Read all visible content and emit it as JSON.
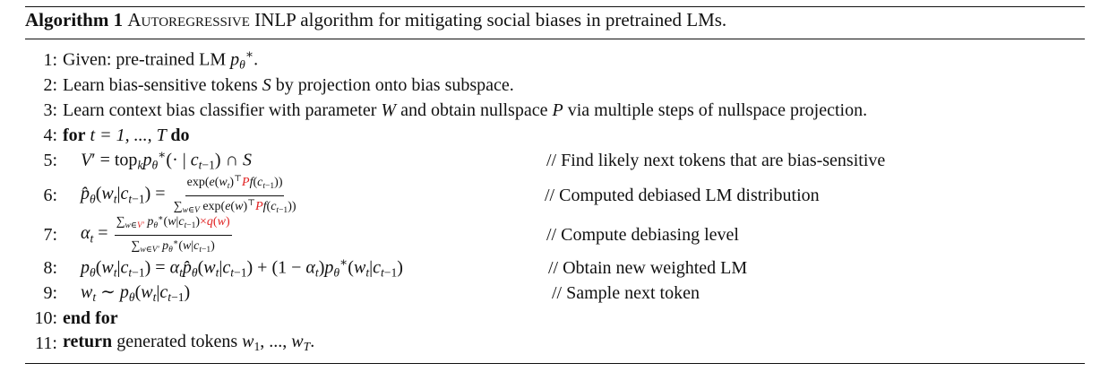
{
  "caption": {
    "label": "Algorithm 1",
    "name": "Autoregressive",
    "rest": " INLP algorithm for mitigating social biases in pretrained LMs."
  },
  "lines": [
    {
      "num": "1:",
      "text": "Given: pre-trained LM "
    },
    {
      "num": "2:",
      "text_a": "Learn bias-sensitive tokens ",
      "var": "S",
      "text_b": " by projection onto bias subspace."
    },
    {
      "num": "3:",
      "text_a": "Learn context bias classifier with parameter ",
      "var_w": "W",
      "text_b": " and obtain nullspace ",
      "var_p": "P",
      "text_c": " via multiple steps of nullspace projection."
    },
    {
      "num": "4:",
      "kw": "for",
      "mid": " t = 1, ..., T ",
      "kw2": "do"
    },
    {
      "num": "5:",
      "comment": "// Find likely next tokens that are bias-sensitive"
    },
    {
      "num": "6:",
      "comment": "// Computed debiased LM distribution"
    },
    {
      "num": "7:",
      "comment": "// Compute debiasing level"
    },
    {
      "num": "8:",
      "comment": "// Obtain new weighted LM"
    },
    {
      "num": "9:",
      "comment": "// Sample next token"
    },
    {
      "num": "10:",
      "kw": "end for"
    },
    {
      "num": "11:",
      "kw": "return",
      "text": " generated tokens "
    }
  ]
}
